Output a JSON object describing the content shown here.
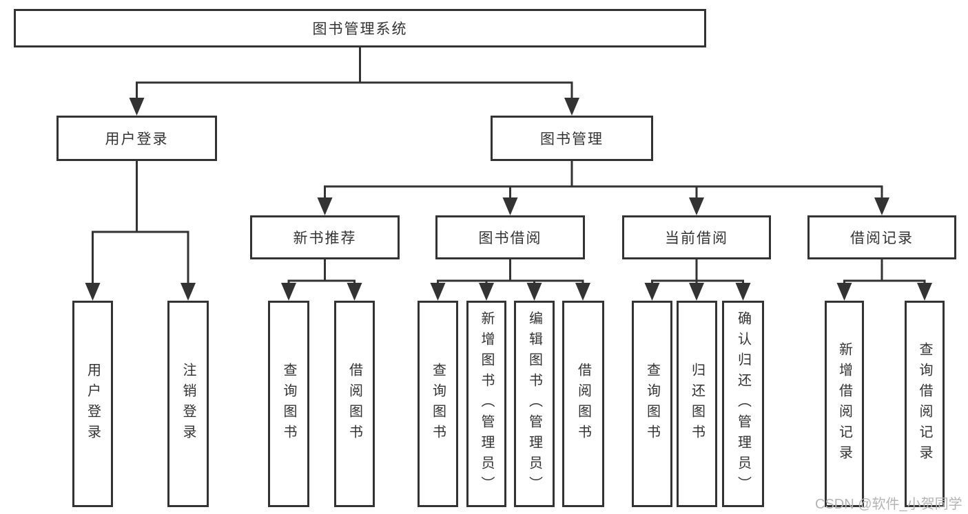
{
  "diagram": {
    "root": {
      "label": "图书管理系统"
    },
    "branches": [
      {
        "label": "用户登录",
        "children": [
          {
            "label": "用户登录"
          },
          {
            "label": "注销登录"
          }
        ]
      },
      {
        "label": "图书管理",
        "sections": [
          {
            "label": "新书推荐",
            "children": [
              {
                "label": "查询图书"
              },
              {
                "label": "借阅图书"
              }
            ]
          },
          {
            "label": "图书借阅",
            "children": [
              {
                "label": "查询图书"
              },
              {
                "label": "新增图书（管理员）"
              },
              {
                "label": "编辑图书（管理员）"
              },
              {
                "label": "借阅图书"
              }
            ]
          },
          {
            "label": "当前借阅",
            "children": [
              {
                "label": "查询图书"
              },
              {
                "label": "归还图书"
              },
              {
                "label": "确认归还（管理员）"
              }
            ]
          },
          {
            "label": "借阅记录",
            "children": [
              {
                "label": "新增借阅记录"
              },
              {
                "label": "查询借阅记录"
              }
            ]
          }
        ]
      }
    ],
    "colors": {
      "line": "#333333",
      "text": "#333333",
      "background": "#ffffff",
      "watermark_text": "#b4b4b4"
    }
  },
  "watermark": {
    "text": "CSDN @软件_小贺同学"
  }
}
